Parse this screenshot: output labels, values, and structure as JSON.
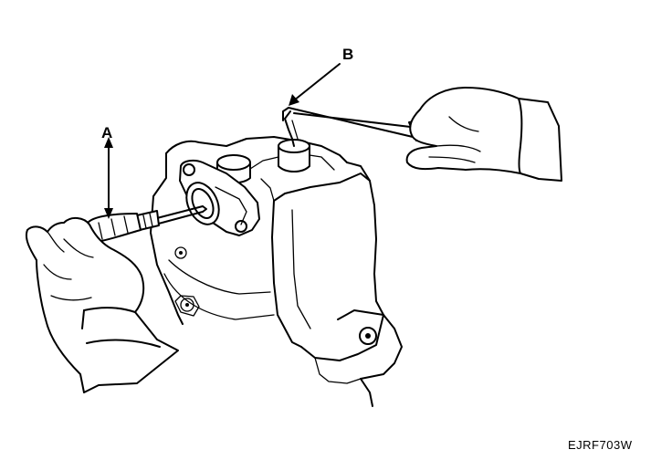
{
  "figure": {
    "callouts": {
      "a": "A",
      "b": "B"
    },
    "code": "EJRF703W",
    "parts": [
      "housing-body",
      "brake-cylinder-port",
      "screwdriver",
      "pliers",
      "left-hand",
      "right-hand"
    ],
    "icons": {
      "arrow_a": "double-headed-arrow-icon",
      "arrow_b": "pointer-arrow-icon"
    }
  }
}
